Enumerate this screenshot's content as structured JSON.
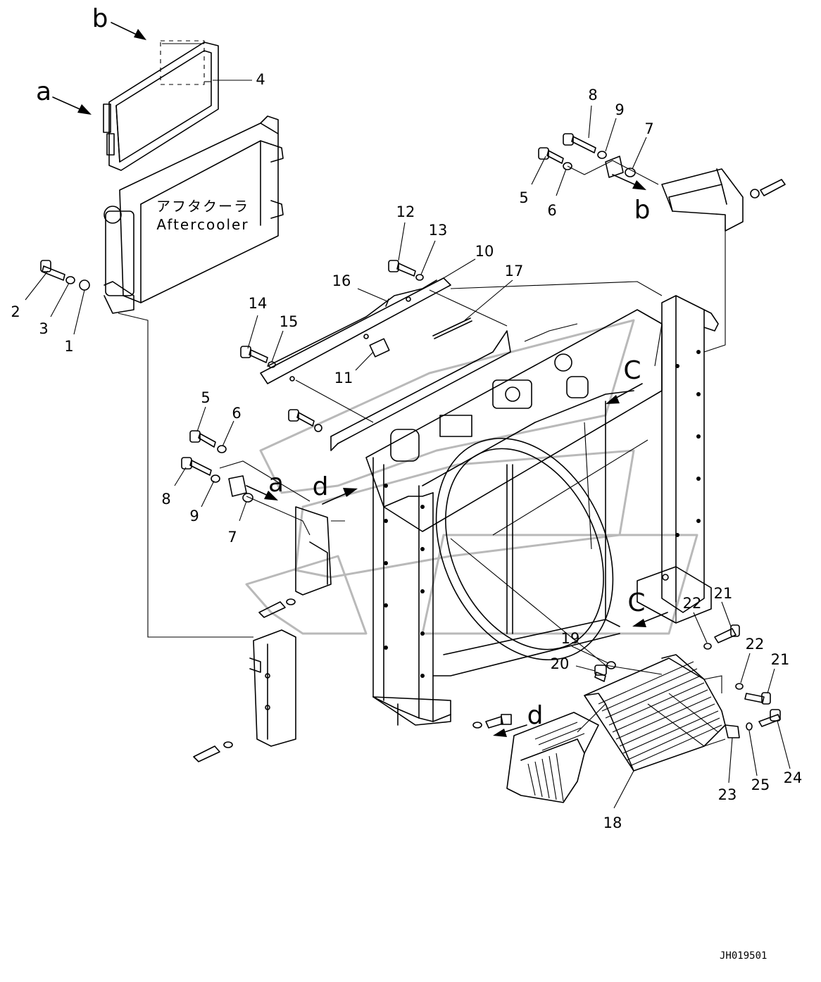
{
  "aftercooler": {
    "label_jp": "アフタクーラ",
    "label_en": "Aftercooler"
  },
  "drawing_number": "JH019501",
  "view_letters": [
    {
      "id": "b-top",
      "text": "b"
    },
    {
      "id": "a-top",
      "text": "a"
    },
    {
      "id": "b-right",
      "text": "b"
    },
    {
      "id": "a-mid",
      "text": "a"
    },
    {
      "id": "d-mid",
      "text": "d"
    },
    {
      "id": "c-right",
      "text": "C"
    },
    {
      "id": "c-low",
      "text": "C"
    },
    {
      "id": "d-low",
      "text": "d"
    }
  ],
  "callouts": [
    {
      "id": "p4",
      "text": "4"
    },
    {
      "id": "p8r",
      "text": "8"
    },
    {
      "id": "p9r",
      "text": "9"
    },
    {
      "id": "p7r",
      "text": "7"
    },
    {
      "id": "p5r",
      "text": "5"
    },
    {
      "id": "p6r",
      "text": "6"
    },
    {
      "id": "p12",
      "text": "12"
    },
    {
      "id": "p13",
      "text": "13"
    },
    {
      "id": "p10",
      "text": "10"
    },
    {
      "id": "p16",
      "text": "16"
    },
    {
      "id": "p17",
      "text": "17"
    },
    {
      "id": "p2",
      "text": "2"
    },
    {
      "id": "p3",
      "text": "3"
    },
    {
      "id": "p1",
      "text": "1"
    },
    {
      "id": "p14",
      "text": "14"
    },
    {
      "id": "p15",
      "text": "15"
    },
    {
      "id": "p11",
      "text": "11"
    },
    {
      "id": "p5l",
      "text": "5"
    },
    {
      "id": "p6l",
      "text": "6"
    },
    {
      "id": "p8l",
      "text": "8"
    },
    {
      "id": "p9l",
      "text": "9"
    },
    {
      "id": "p7l",
      "text": "7"
    },
    {
      "id": "p22a",
      "text": "22"
    },
    {
      "id": "p21a",
      "text": "21"
    },
    {
      "id": "p19",
      "text": "19"
    },
    {
      "id": "p20",
      "text": "20"
    },
    {
      "id": "p22b",
      "text": "22"
    },
    {
      "id": "p21b",
      "text": "21"
    },
    {
      "id": "p23",
      "text": "23"
    },
    {
      "id": "p25",
      "text": "25"
    },
    {
      "id": "p24",
      "text": "24"
    },
    {
      "id": "p18",
      "text": "18"
    }
  ]
}
